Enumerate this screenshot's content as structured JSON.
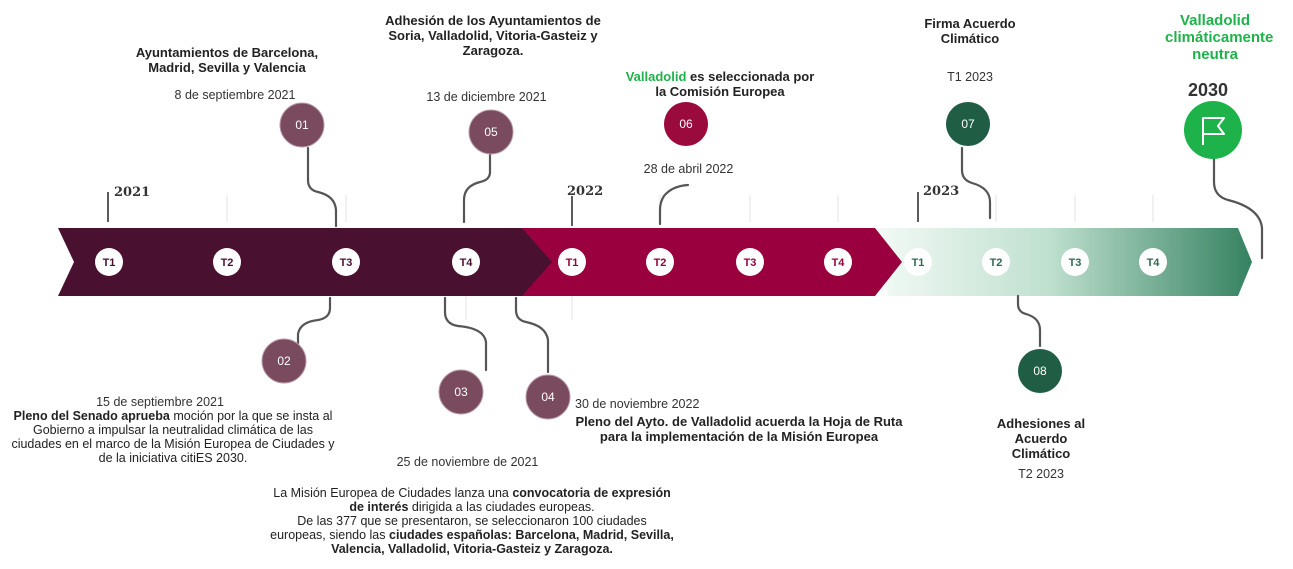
{
  "quarters": {
    "y2021": [
      "T1",
      "T2",
      "T3",
      "T4"
    ],
    "y2022": [
      "T1",
      "T2",
      "T3",
      "T4"
    ],
    "y2023": [
      "T1",
      "T2",
      "T3",
      "T4"
    ]
  },
  "years": {
    "y2021": "2021",
    "y2022": "2022",
    "y2023": "2023",
    "goal_year": "2030"
  },
  "milestones": {
    "m01": {
      "num": "01",
      "title": "Ayuntamientos de Barcelona, Madrid, Sevilla y Valencia",
      "date": "8 de septiembre 2021"
    },
    "m02": {
      "num": "02",
      "date": "15 de septiembre 2021",
      "bold": "Pleno del Senado aprueba",
      "text": "moción por la que se insta al Gobierno a impulsar la neutralidad climática de las ciudades en el marco de la Misión Europea de Ciudades y de la iniciativa citiES 2030."
    },
    "m03": {
      "num": "03",
      "date": "25 de noviembre de 2021",
      "text1": "La Misión Europea de Ciudades lanza una",
      "bold1": "convocatoria de expresión de interés",
      "text2": "dirigida a las ciudades europeas.",
      "text3": "De las 377 que se presentaron, se seleccionaron 100 ciudades europeas, siendo las",
      "bold2": "ciudades españolas:  Barcelona, Madrid, Sevilla, Valencia, Valladolid, Vitoria-Gasteiz y Zaragoza."
    },
    "m04": {
      "num": "04",
      "date": "30 de noviembre 2022",
      "title": "Pleno del Ayto. de Valladolid acuerda la Hoja de Ruta para la implementación de la Misión Europea"
    },
    "m05": {
      "num": "05",
      "title": "Adhesión de los Ayuntamientos de Soria, Valladolid, Vitoria-Gasteiz y Zaragoza.",
      "date": "13 de diciembre 2021"
    },
    "m06": {
      "num": "06",
      "title_green": "Valladolid",
      "title_rest": "es seleccionada por la Comisión Europea",
      "date": "28 de abril 2022"
    },
    "m07": {
      "num": "07",
      "title": "Firma Acuerdo Climático",
      "date": "T1 2023"
    },
    "m08": {
      "num": "08",
      "title": "Adhesiones al Acuerdo Climático",
      "date": "T2 2023"
    },
    "goal": {
      "title": "Valladolid climáticamente neutra",
      "icon": "flag-icon"
    }
  },
  "colors": {
    "y2021_band": "#4a1030",
    "y2022_band": "#99003d",
    "y2023_band_start": "#cfe8dd",
    "y2023_band_end": "#2e7d5b",
    "circle_purple": "#7a4a5e",
    "circle_magenta": "#9a0a3c",
    "circle_green": "#1f5e45",
    "goal_green": "#1db34a",
    "connector": "#555555"
  }
}
